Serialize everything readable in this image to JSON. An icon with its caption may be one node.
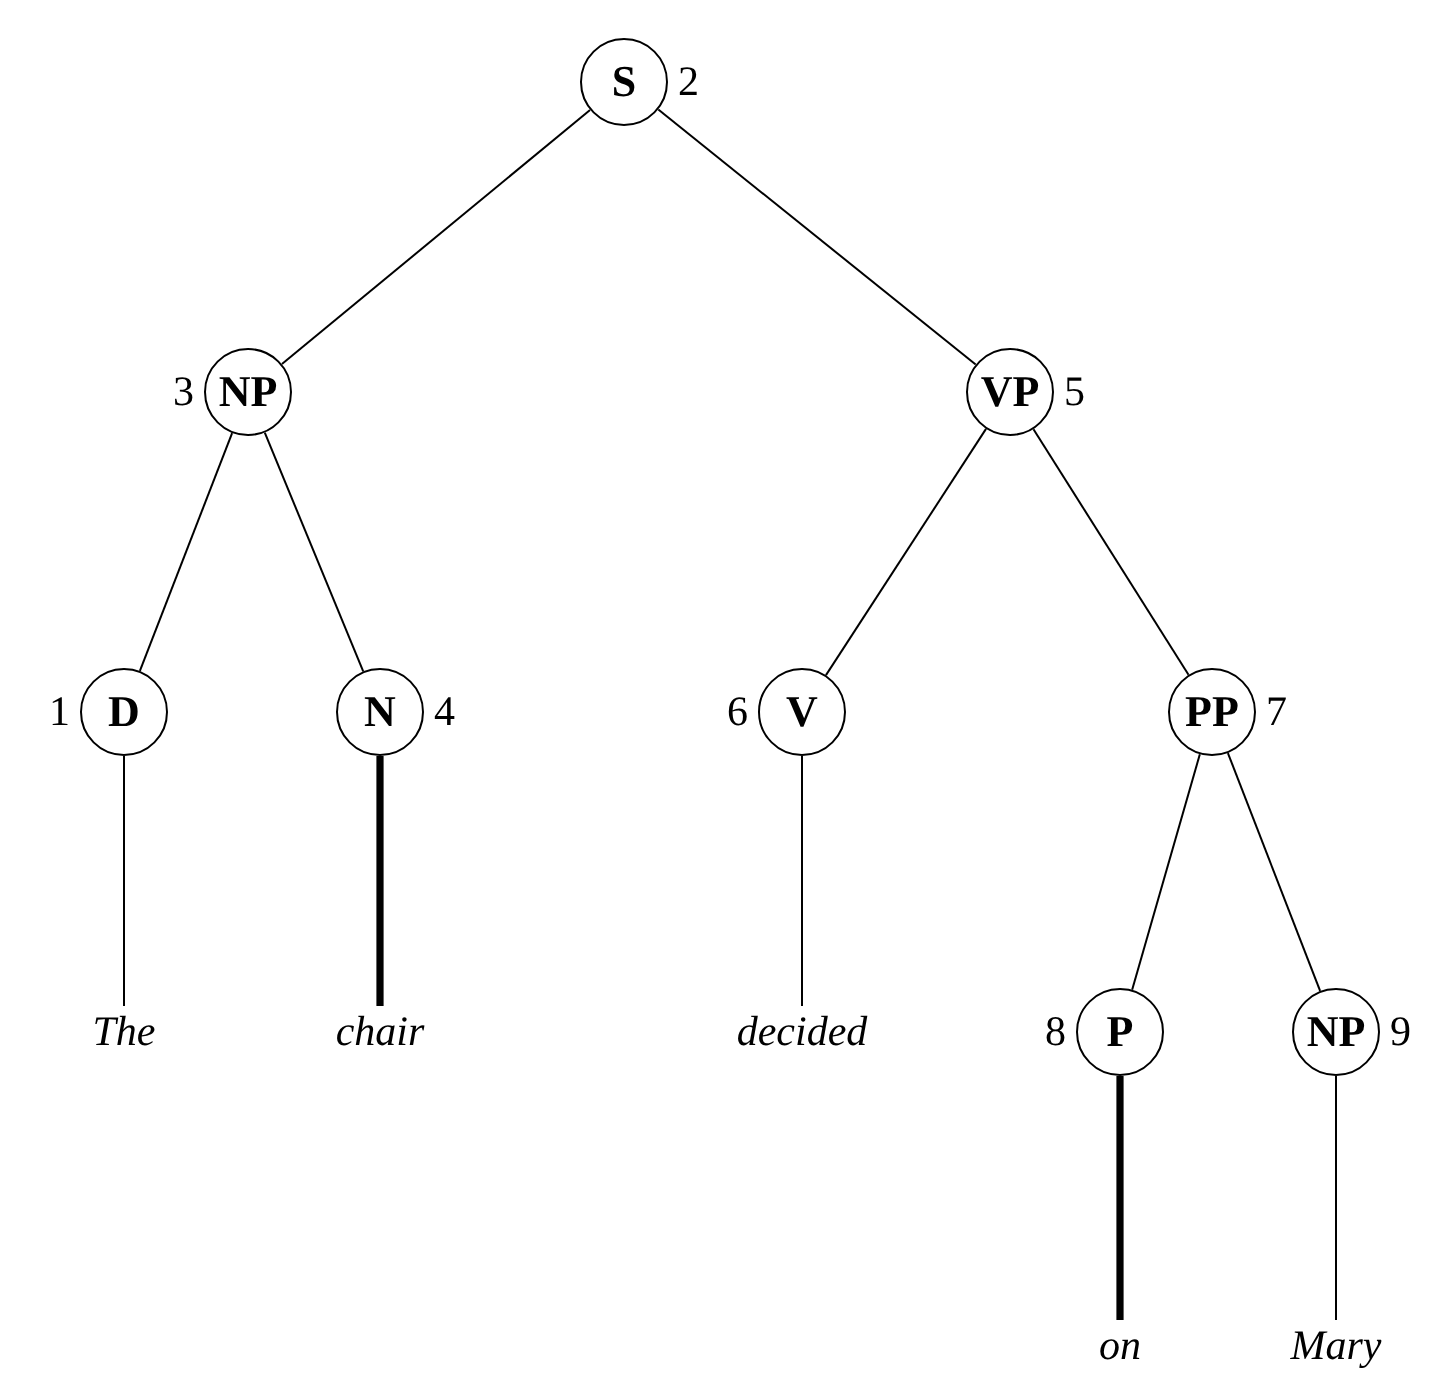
{
  "diagram": {
    "nodes": [
      {
        "text": [
          "S"
        ],
        "beside": [
          "2"
        ]
      },
      {
        "text": [
          "NP"
        ],
        "beside": [
          "3"
        ]
      },
      {
        "text": [
          "VP"
        ],
        "beside": [
          "5"
        ]
      },
      {
        "text": [
          "D"
        ],
        "beside": [
          "1"
        ]
      },
      {
        "text": [
          "N"
        ],
        "beside": [
          "4"
        ]
      },
      {
        "text": [
          "V"
        ],
        "beside": [
          "6"
        ]
      },
      {
        "text": [
          "PP"
        ],
        "beside": [
          "7"
        ]
      },
      {
        "text": [
          "The"
        ]
      },
      {
        "text": [
          "chair"
        ]
      },
      {
        "text": [
          "decided"
        ]
      },
      {
        "text": [
          "P"
        ],
        "beside": [
          "8"
        ]
      },
      {
        "text": [
          "NP"
        ],
        "beside": [
          "9"
        ]
      },
      {
        "text": [
          "on"
        ]
      },
      {
        "text": [
          "Mary"
        ]
      }
    ],
    "edges": [
      {
        "from": 0,
        "to": 1,
        "arrow": "none"
      },
      {
        "from": 0,
        "to": 2,
        "arrow": "none"
      },
      {
        "from": 1,
        "to": 3,
        "arrow": "none"
      },
      {
        "from": 1,
        "to": 4,
        "arrow": "none"
      },
      {
        "from": 2,
        "to": 5,
        "arrow": "none"
      },
      {
        "from": 2,
        "to": 6,
        "arrow": "none"
      },
      {
        "from": 3,
        "to": 7,
        "arrow": "none"
      },
      {
        "from": 4,
        "to": 8,
        "arrow": "none",
        "style": "thick"
      },
      {
        "from": 5,
        "to": 9,
        "arrow": "none"
      },
      {
        "from": 6,
        "to": 10,
        "arrow": "none"
      },
      {
        "from": 6,
        "to": 11,
        "arrow": "none"
      },
      {
        "from": 10,
        "to": 12,
        "arrow": "none",
        "style": "thick"
      },
      {
        "from": 11,
        "to": 13,
        "arrow": "none"
      }
    ]
  }
}
